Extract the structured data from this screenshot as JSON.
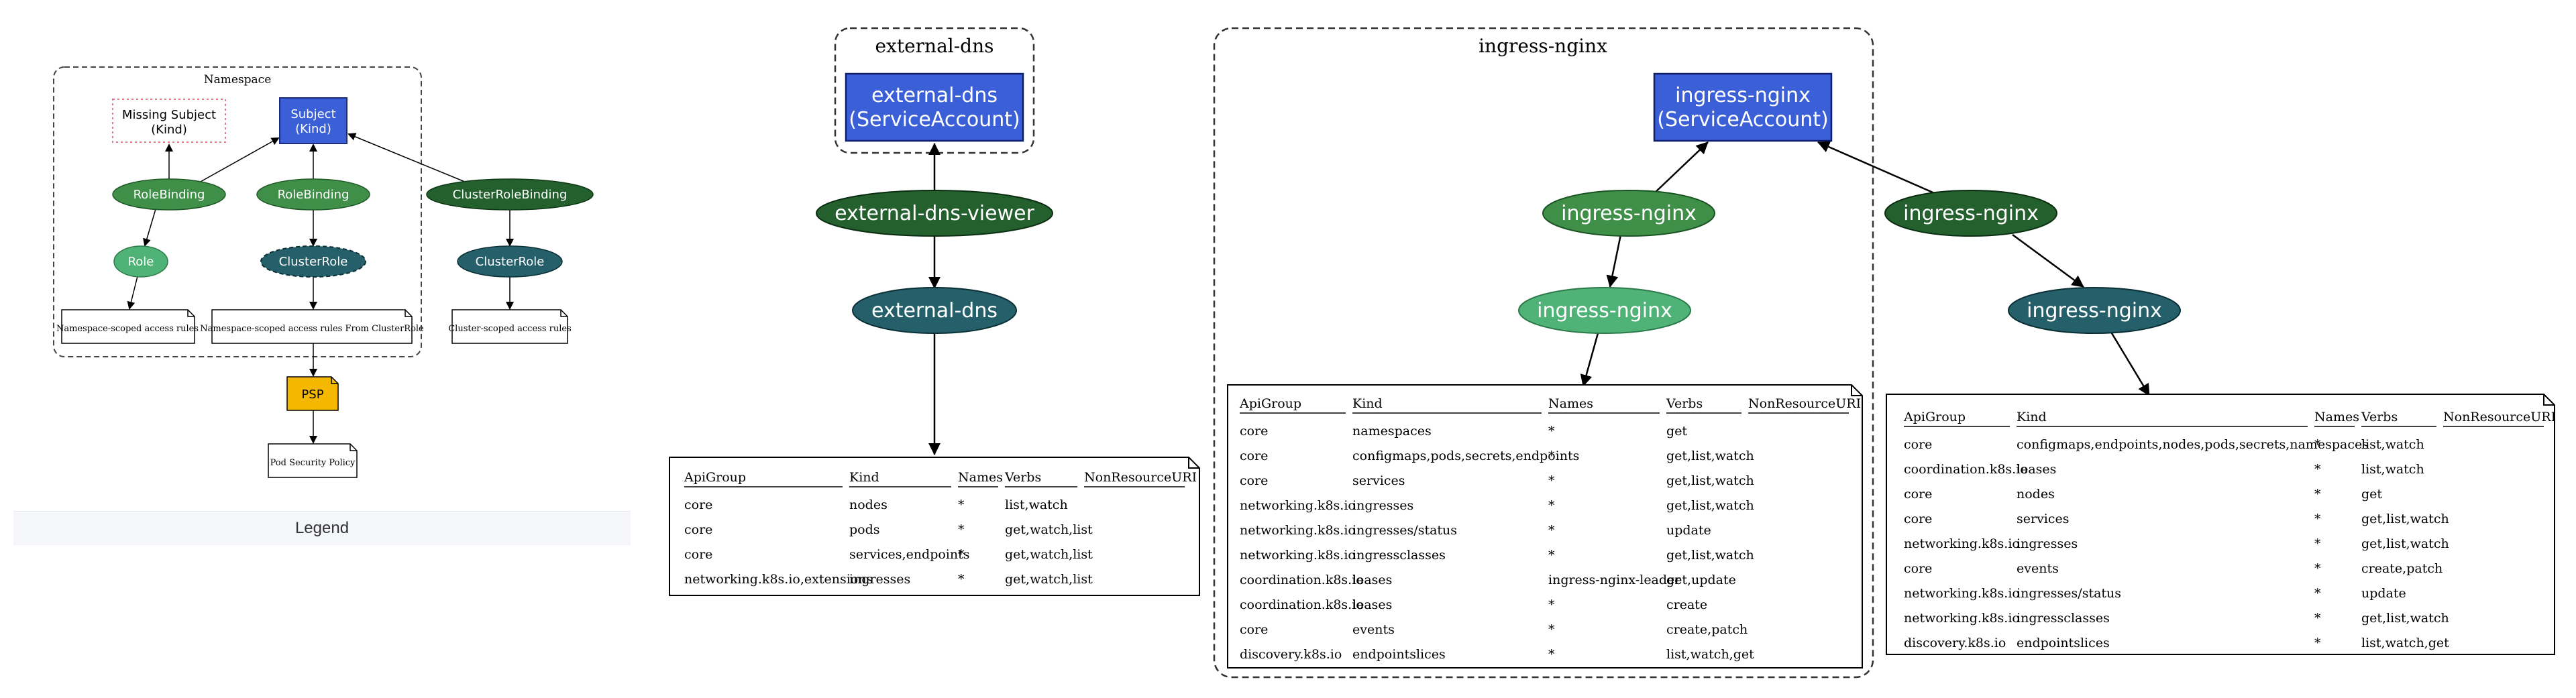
{
  "legend": {
    "namespace_label": "Namespace",
    "missing_subject": [
      "Missing Subject",
      "(Kind)"
    ],
    "subject": [
      "Subject",
      "(Kind)"
    ],
    "rolebinding_1": "RoleBinding",
    "rolebinding_2": "RoleBinding",
    "clusterrolebinding": "ClusterRoleBinding",
    "role": "Role",
    "clusterrole_dashed": "ClusterRole",
    "clusterrole": "ClusterRole",
    "note_ns_rules": "Namespace-scoped access rules",
    "note_ns_from_cr": "Namespace-scoped access rules From ClusterRole",
    "note_cluster_rules": "Cluster-scoped access rules",
    "psp": "PSP",
    "note_psp": "Pod Security Policy",
    "footer": "Legend"
  },
  "external_dns": {
    "cluster_label": "external-dns",
    "service_account": [
      "external-dns",
      "(ServiceAccount)"
    ],
    "binding": "external-dns-viewer",
    "clusterrole": "external-dns",
    "table": {
      "headers": [
        "ApiGroup",
        "Kind",
        "Names",
        "Verbs",
        "NonResourceURI"
      ],
      "rows": [
        [
          "core",
          "nodes",
          "*",
          "list,watch",
          ""
        ],
        [
          "core",
          "pods",
          "*",
          "get,watch,list",
          ""
        ],
        [
          "core",
          "services,endpoints",
          "*",
          "get,watch,list",
          ""
        ],
        [
          "networking.k8s.io,extensions",
          "ingresses",
          "*",
          "get,watch,list",
          ""
        ]
      ]
    }
  },
  "ingress_nginx": {
    "cluster_label": "ingress-nginx",
    "service_account": [
      "ingress-nginx",
      "(ServiceAccount)"
    ],
    "rolebinding": "ingress-nginx",
    "role": "ingress-nginx",
    "clusterrolebinding": "ingress-nginx",
    "clusterrole": "ingress-nginx",
    "role_table": {
      "headers": [
        "ApiGroup",
        "Kind",
        "Names",
        "Verbs",
        "NonResourceURI"
      ],
      "rows": [
        [
          "core",
          "namespaces",
          "*",
          "get",
          ""
        ],
        [
          "core",
          "configmaps,pods,secrets,endpoints",
          "*",
          "get,list,watch",
          ""
        ],
        [
          "core",
          "services",
          "*",
          "get,list,watch",
          ""
        ],
        [
          "networking.k8s.io",
          "ingresses",
          "*",
          "get,list,watch",
          ""
        ],
        [
          "networking.k8s.io",
          "ingresses/status",
          "*",
          "update",
          ""
        ],
        [
          "networking.k8s.io",
          "ingressclasses",
          "*",
          "get,list,watch",
          ""
        ],
        [
          "coordination.k8s.io",
          "leases",
          "ingress-nginx-leader",
          "get,update",
          ""
        ],
        [
          "coordination.k8s.io",
          "leases",
          "*",
          "create",
          ""
        ],
        [
          "core",
          "events",
          "*",
          "create,patch",
          ""
        ],
        [
          "discovery.k8s.io",
          "endpointslices",
          "*",
          "list,watch,get",
          ""
        ]
      ]
    },
    "cluster_table": {
      "headers": [
        "ApiGroup",
        "Kind",
        "Names",
        "Verbs",
        "NonResourceURI"
      ],
      "rows": [
        [
          "core",
          "configmaps,endpoints,nodes,pods,secrets,namespaces",
          "*",
          "list,watch",
          ""
        ],
        [
          "coordination.k8s.io",
          "leases",
          "*",
          "list,watch",
          ""
        ],
        [
          "core",
          "nodes",
          "*",
          "get",
          ""
        ],
        [
          "core",
          "services",
          "*",
          "get,list,watch",
          ""
        ],
        [
          "networking.k8s.io",
          "ingresses",
          "*",
          "get,list,watch",
          ""
        ],
        [
          "core",
          "events",
          "*",
          "create,patch",
          ""
        ],
        [
          "networking.k8s.io",
          "ingresses/status",
          "*",
          "update",
          ""
        ],
        [
          "networking.k8s.io",
          "ingressclasses",
          "*",
          "get,list,watch",
          ""
        ],
        [
          "discovery.k8s.io",
          "endpointslices",
          "*",
          "list,watch,get",
          ""
        ]
      ]
    }
  },
  "colors": {
    "subject_blue": "#3a5fd6",
    "binding_green": "#3f8f49",
    "role_light_green": "#4fb276",
    "clusterrole_teal": "#25606a",
    "clusterrolebinding_dark": "#23602e",
    "psp_yellow": "#f5b800"
  }
}
